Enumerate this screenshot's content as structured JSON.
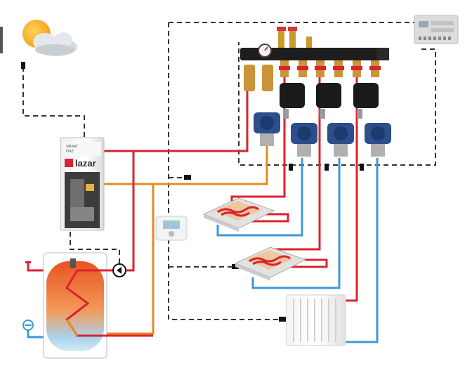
{
  "boiler": {
    "brand": "lazar",
    "label_line1": "SMART",
    "label_line2": "FIRE"
  },
  "colors": {
    "supply": "#d9232e",
    "return_cold": "#3a9ad9",
    "return_warm": "#e8891f",
    "control": "#333333",
    "background": "#ffffff"
  },
  "icons": {
    "weather": "sun-cloud-icon",
    "controller": "controller-module-icon",
    "thermostat": "room-thermostat-icon",
    "pump": "circulator-pump-icon",
    "floor_heating": "floor-heating-icon",
    "radiator": "radiator-icon",
    "tank": "hot-water-tank-icon",
    "expansion": "expansion-vessel-icon",
    "gauge": "pressure-gauge-icon"
  }
}
